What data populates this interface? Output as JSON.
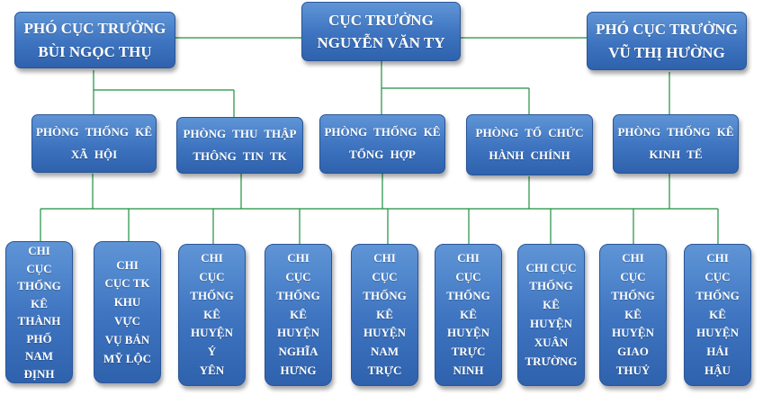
{
  "leaders": {
    "director": "CỤC TRƯỞNG\nNGUYỄN VĂN TY",
    "deputy_left": "PHÓ CỤC TRƯỞNG\nBÙI NGỌC THỤ",
    "deputy_right": "PHÓ CỤC TRƯỞNG\nVŨ THỊ HƯỜNG"
  },
  "departments": [
    "PHÒNG THỐNG KÊ\nXÃ HỘI",
    "PHÒNG THU THẬP\nTHÔNG TIN TK",
    "PHÒNG THỐNG KÊ\nTỔNG HỢP",
    "PHÒNG TỔ CHỨC\nHÀNH CHÍNH",
    "PHÒNG THỐNG KÊ\nKINH TẾ"
  ],
  "branches": [
    "CHI\nCỤC\nTHỐNG\nKÊ\nTHÀNH\nPHỐ\nNAM\nĐỊNH",
    "CHI\nCỤC TK\nKHU\nVỰC\nVỤ BẢN\nMỸ LỘC",
    "CHI\nCỤC\nTHỐNG\nKÊ\nHUYỆN\nÝ\nYÊN",
    "CHI\nCỤC\nTHỐNG\nKÊ\nHUYỆN\nNGHĨA\nHƯNG",
    "CHI\nCỤC\nTHỐNG\nKÊ\nHUYỆN\nNAM\nTRỰC",
    "CHI\nCỤC\nTHỐNG\nKÊ\nHUYỆN\nTRỰC\nNINH",
    "CHI CỤC\nTHỐNG\nKÊ\nHUYỆN\nXUÂN\nTRƯỜNG",
    "CHI\nCỤC\nTHỐNG\nKÊ\nHUYỆN\nGIAO\nTHUỶ",
    "CHI\nCỤC\nTHỐNG\nKÊ\nHUYỆN\nHẢI\nHẬU"
  ],
  "colors": {
    "box_fill": "#3d73bf",
    "connector": "#1e8f3e",
    "text": "#ffffff"
  }
}
